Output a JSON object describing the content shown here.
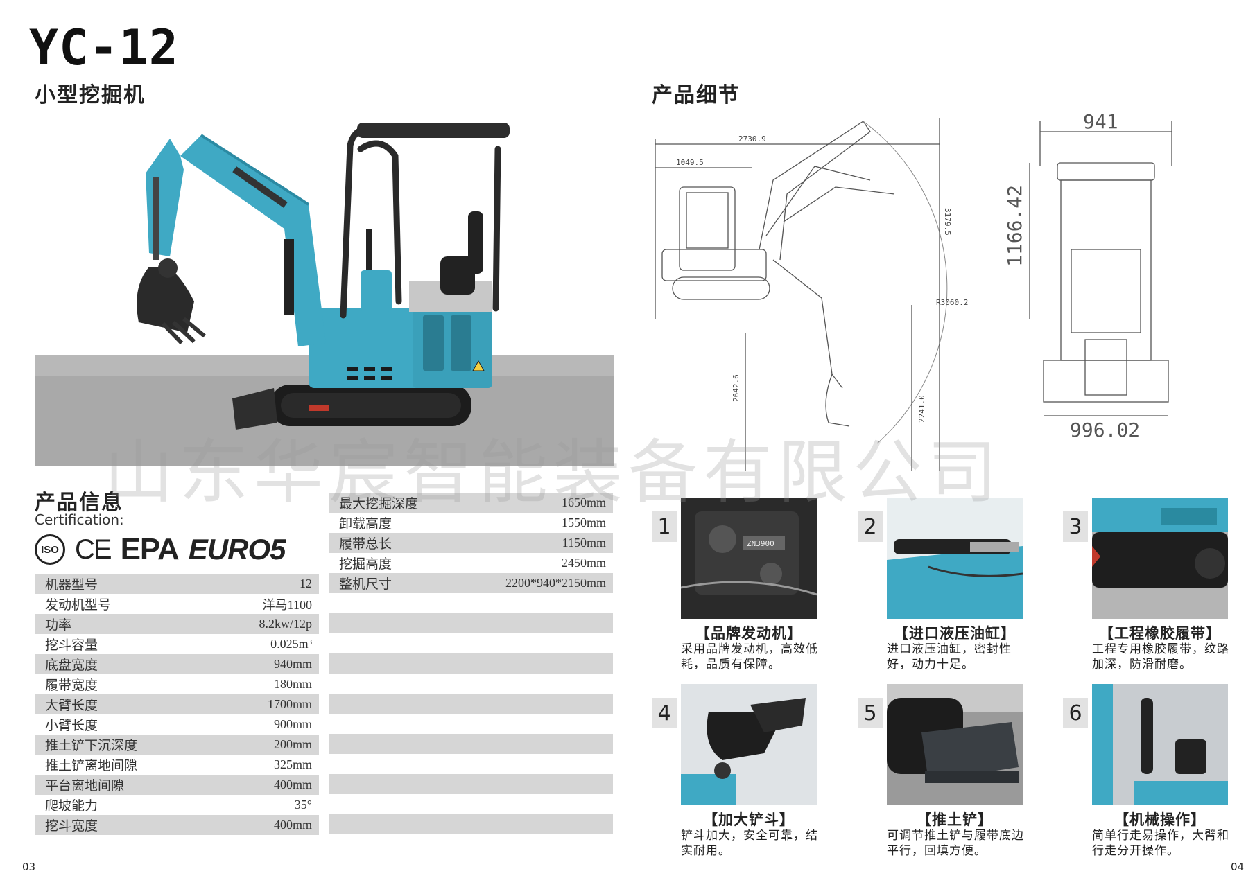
{
  "header": {
    "model": "YC-12",
    "subtitle": "小型挖掘机"
  },
  "detail_section": {
    "title": "产品细节"
  },
  "info": {
    "title": "产品信息",
    "cert_label": "Certification:",
    "cert_logos": {
      "iso": "ISO",
      "ce": "CE",
      "epa": "EPA",
      "euro": "EURO5"
    }
  },
  "specs_left": [
    {
      "label": "机器型号",
      "value": "12"
    },
    {
      "label": "发动机型号",
      "value": "洋马1100"
    },
    {
      "label": "功率",
      "value": "8.2kw/12p"
    },
    {
      "label": "挖斗容量",
      "value": "0.025m³"
    },
    {
      "label": "底盘宽度",
      "value": "940mm"
    },
    {
      "label": "履带宽度",
      "value": "180mm"
    },
    {
      "label": "大臂长度",
      "value": "1700mm"
    },
    {
      "label": "小臂长度",
      "value": "900mm"
    },
    {
      "label": "推土铲下沉深度",
      "value": "200mm"
    },
    {
      "label": "推土铲离地间隙",
      "value": "325mm"
    },
    {
      "label": "平台离地间隙",
      "value": "400mm"
    },
    {
      "label": "爬坡能力",
      "value": "35°"
    },
    {
      "label": "挖斗宽度",
      "value": "400mm"
    }
  ],
  "specs_right": [
    {
      "label": "最大挖掘深度",
      "value": "1650mm"
    },
    {
      "label": "卸载高度",
      "value": "1550mm"
    },
    {
      "label": "履带总长",
      "value": "1150mm"
    },
    {
      "label": "挖掘高度",
      "value": "2450mm"
    },
    {
      "label": "整机尺寸",
      "value": "2200*940*2150mm"
    }
  ],
  "drawing": {
    "dims": [
      "2730.9",
      "1049.5",
      "3179.5",
      "R3060.2",
      "2642.6",
      "2241.0",
      "941",
      "1166.42",
      "996.02"
    ]
  },
  "features": [
    {
      "num": "1",
      "title": "【品牌发动机】",
      "desc": "采用品牌发动机，高效低耗，品质有保障。",
      "engine_label": "ZN3900"
    },
    {
      "num": "2",
      "title": "【进口液压油缸】",
      "desc": "进口液压油缸，密封性好，动力十足。"
    },
    {
      "num": "3",
      "title": "【工程橡胶履带】",
      "desc": "工程专用橡胶履带，纹路加深，防滑耐磨。"
    },
    {
      "num": "4",
      "title": "【加大铲斗】",
      "desc": "铲斗加大，安全可靠，结实耐用。"
    },
    {
      "num": "5",
      "title": "【推土铲】",
      "desc": "可调节推土铲与履带底边平行，回填方便。"
    },
    {
      "num": "6",
      "title": "【机械操作】",
      "desc": "简单行走易操作，大臂和行走分开操作。"
    }
  ],
  "pages": {
    "left": "03",
    "right": "04"
  },
  "watermark": "山东华宸智能装备有限公司",
  "colors": {
    "machine_blue": "#3fa9c4",
    "row_gray": "#d6d6d6",
    "ground_gray": "#a8a8a8"
  }
}
